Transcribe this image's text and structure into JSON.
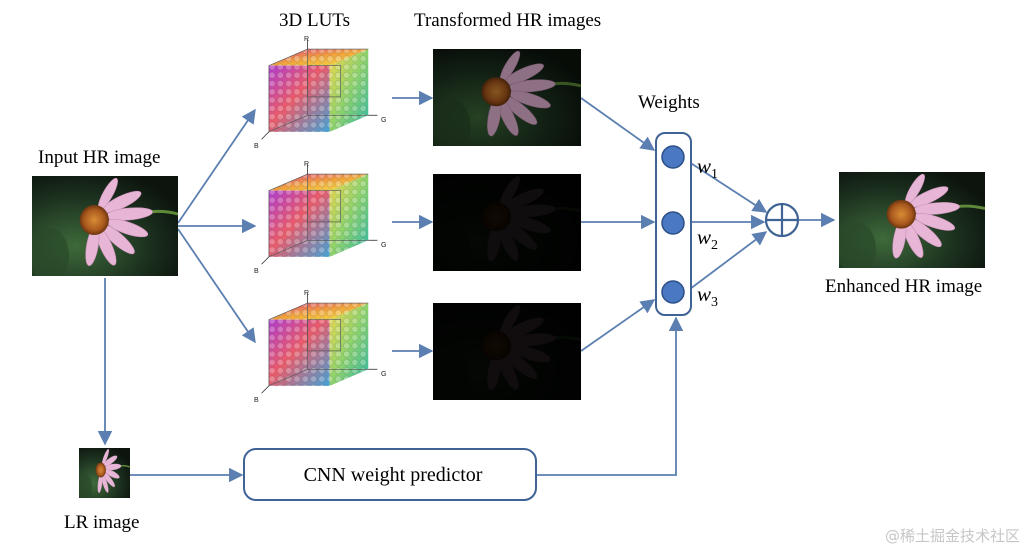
{
  "labels": {
    "input": "Input HR image",
    "luts": "3D LUTs",
    "transformed": "Transformed HR images",
    "weights": "Weights",
    "enhanced": "Enhanced HR image",
    "lr": "LR image",
    "cnn": "CNN weight predictor"
  },
  "axis_letters": {
    "r": "R",
    "g": "G",
    "b": "B"
  },
  "weight_symbols": [
    {
      "base": "w",
      "sub": "1"
    },
    {
      "base": "w",
      "sub": "2"
    },
    {
      "base": "w",
      "sub": "3"
    }
  ],
  "watermark": "@稀土掘金技术社区",
  "colors": {
    "arrow": "#5b7fb0",
    "node_fill": "#4a78c2",
    "node_stroke": "#2c4f86",
    "box_stroke": "#3f6395",
    "petal": "#e7b6d6",
    "flower_center": "#c8732a",
    "photo_bg": "#0f1a12"
  }
}
